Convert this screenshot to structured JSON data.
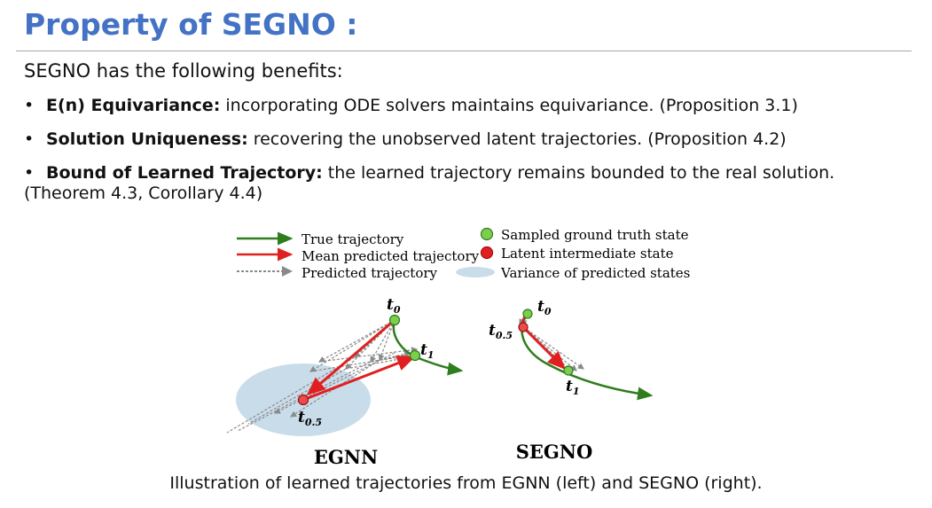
{
  "title": "Property of SEGNO :",
  "intro": "SEGNO has the following benefits:",
  "bullets": [
    {
      "bold": "E(n) Equivariance:",
      "text": " incorporating ODE solvers maintains equivariance. (Proposition 3.1)"
    },
    {
      "bold": "Solution Uniqueness:",
      "text": " recovering the unobserved latent trajectories. (Proposition 4.2)"
    },
    {
      "bold": "Bound of Learned Trajectory:",
      "text": " the learned trajectory remains bounded to the real solution.",
      "continuation": "(Theorem 4.3, Corollary 4.4)"
    }
  ],
  "figure": {
    "legend": {
      "true_trajectory": "True trajectory",
      "mean_predicted": "Mean predicted trajectory",
      "predicted": "Predicted trajectory",
      "sampled_ground_truth": "Sampled ground truth state",
      "latent_intermediate": "Latent intermediate state",
      "variance": "Variance of predicted states"
    },
    "left": {
      "label": "EGNN",
      "t0": "t",
      "t0_sub": "0",
      "t1": "t",
      "t1_sub": "1",
      "t05": "t",
      "t05_sub": "0.5"
    },
    "right": {
      "label": "SEGNO",
      "t0": "t",
      "t0_sub": "0",
      "t1": "t",
      "t1_sub": "1",
      "t05": "t",
      "t05_sub": "0.5"
    },
    "colors": {
      "green": "#2e7d1e",
      "red": "#e02020",
      "gray": "#8a8a8a",
      "variance": "#c9dcea",
      "node_green": "#7ccf4c",
      "node_red": "#e84c4c"
    }
  },
  "caption": "Illustration of learned trajectories from EGNN (left) and SEGNO (right)."
}
